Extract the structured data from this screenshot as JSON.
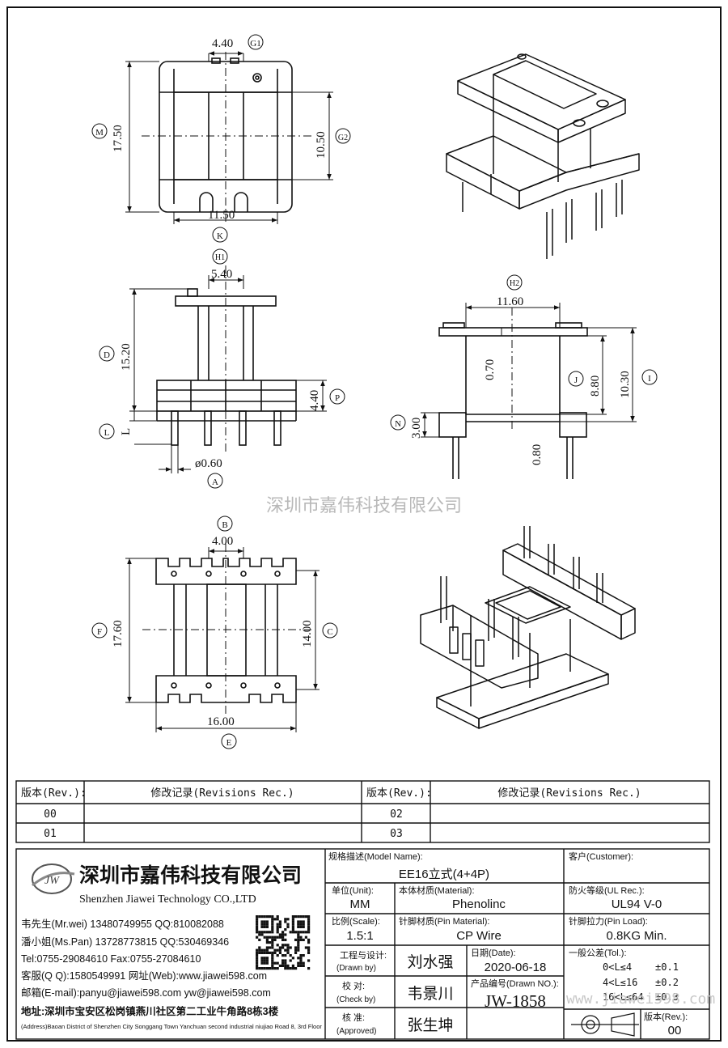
{
  "dims": {
    "top_G1": "4.40",
    "top_G1_tag": "G1",
    "top_M": "17.50",
    "top_M_tag": "M",
    "top_G2": "10.50",
    "top_G2_tag": "G2",
    "top_K": "11.50",
    "top_K_tag": "K",
    "side_H1": "5.40",
    "side_H1_tag": "H1",
    "side_D": "15.20",
    "side_D_tag": "D",
    "side_P": "4.40",
    "side_P_tag": "P",
    "side_L_tag": "L",
    "side_L_letter": "L",
    "side_A": "ø0.60",
    "side_A_tag": "A",
    "right_H2": "11.60",
    "right_H2_tag": "H2",
    "right_070": "0.70",
    "right_J": "8.80",
    "right_J_tag": "J",
    "right_I": "10.30",
    "right_I_tag": "I",
    "right_N": "3.00",
    "right_N_tag": "N",
    "right_080": "0.80",
    "bot_B": "4.00",
    "bot_B_tag": "B",
    "bot_F": "17.60",
    "bot_F_tag": "F",
    "bot_C": "14.00",
    "bot_C_tag": "C",
    "bot_E": "16.00",
    "bot_E_tag": "E"
  },
  "watermark": "深圳市嘉伟科技有限公司",
  "revisions": {
    "h_rev1": "版本(Rev.):",
    "h_rec1": "修改记录(Revisions Rec.)",
    "h_rev2": "版本(Rev.):",
    "h_rec2": "修改记录(Revisions Rec.)",
    "r1": "00",
    "r2": "02",
    "r3": "01",
    "r4": "03"
  },
  "company": {
    "logo": "JW",
    "name_cn": "深圳市嘉伟科技有限公司",
    "name_en": "Shenzhen Jiawei Technology CO.,LTD",
    "c1": "韦先生(Mr.wei) 13480749955 QQ:810082088",
    "c2": "潘小姐(Ms.Pan) 13728773815 QQ:530469346",
    "c3": "Tel:0755-29084610     Fax:0755-27084610",
    "c4": "客服(Q Q):1580549991  网址(Web):www.jiawei598.com",
    "c5": "邮箱(E-mail):panyu@jiawei598.com  yw@jiawei598.com",
    "addr_cn": "地址:深圳市宝安区松岗镇燕川社区第二工业牛角路8栋3楼",
    "addr_en": "(Address)Baoan District of Shenzhen City Songgang Town Yanchuan  second industrial niujiao Road 8, 3rd Floor"
  },
  "title": {
    "model_label": "规格描述(Model Name):",
    "model": "EE16立式(4+4P)",
    "customer_label": "客户(Customer):",
    "unit_label": "单位(Unit):",
    "unit": "MM",
    "material_label": "本体材质(Material):",
    "material": "Phenolinc",
    "ul_label": "防火等级(UL Rec.):",
    "ul": "UL94 V-0",
    "scale_label": "比例(Scale):",
    "scale": "1.5:1",
    "pin_label": "针脚材质(Pin Material):",
    "pin": "CP Wire",
    "load_label": "针脚拉力(Pin Load):",
    "load": "0.8KG Min.",
    "drawn_label": "工程与设计:",
    "drawn_en": "(Drawn by)",
    "drawn": "刘水强",
    "date_label": "日期(Date):",
    "date": "2020-06-18",
    "tol_label": "一般公差(Tol.):",
    "tol1": "0<L≤4    ±0.1",
    "tol2": "4<L≤16   ±0.2",
    "tol3": "16<L≤64  ±0.3",
    "check_label": "校  对:",
    "check_en": "(Check by)",
    "check": "韦景川",
    "no_label": "产品编号(Drawn NO.):",
    "no": "JW-1858",
    "appr_label": "核  准:",
    "appr_en": "(Approved)",
    "appr": "张生坤",
    "rev_label": "版本(Rev.):",
    "rev": "00",
    "web_wm": "www.jiawei598.com"
  }
}
